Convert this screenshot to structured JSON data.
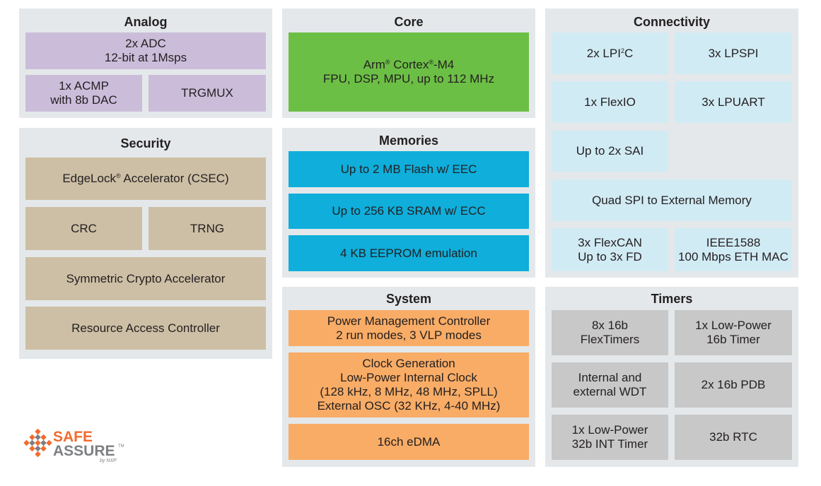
{
  "analog": {
    "title": "Analog",
    "adc": [
      "2x ADC",
      "12-bit at 1Msps"
    ],
    "acmp": [
      "1x ACMP",
      "with 8b DAC"
    ],
    "trgmux": "TRGMUX"
  },
  "core": {
    "title": "Core",
    "cpu_arm": "Arm",
    "cpu_cortex": "Cortex",
    "cpu_m4": "-M4",
    "cpu_reg_mark": "®",
    "cpu_line2": "FPU, DSP, MPU, up to 112 MHz"
  },
  "connectivity": {
    "title": "Connectivity",
    "lpi2c": "2x LPI",
    "lpi2c_sup": "2",
    "lpi2c_suffix": "C",
    "lpspi": "3x LPSPI",
    "flexio": "1x FlexIO",
    "lpuart": "3x LPUART",
    "sai": "Up to 2x SAI",
    "quadspi": "Quad SPI to External Memory",
    "flexcan": [
      "3x FlexCAN",
      "Up to 3x FD"
    ],
    "eth": [
      "IEEE1588",
      "100 Mbps ETH MAC"
    ]
  },
  "security": {
    "title": "Security",
    "edgelock_name": "EdgeLock",
    "edgelock_reg": "®",
    "edgelock_rest": " Accelerator (CSEC)",
    "crc": "CRC",
    "trng": "TRNG",
    "crypto": "Symmetric Crypto Accelerator",
    "rac": "Resource Access Controller"
  },
  "memories": {
    "title": "Memories",
    "flash": "Up to 2 MB Flash w/ EEC",
    "sram": "Up to 256 KB SRAM w/ ECC",
    "eeprom": "4 KB EEPROM emulation"
  },
  "system": {
    "title": "System",
    "pmc": [
      "Power Management Controller",
      "2 run modes, 3 VLP modes"
    ],
    "clock": [
      "Clock Generation",
      "Low-Power Internal Clock",
      "(128 kHz, 8 MHz, 48 MHz, SPLL)",
      "External OSC (32 KHz, 4-40 MHz)"
    ],
    "edma": "16ch eDMA"
  },
  "timers": {
    "title": "Timers",
    "flextimers": [
      "8x 16b",
      "FlexTimers"
    ],
    "lptimer": [
      "1x Low-Power",
      "16b Timer"
    ],
    "wdt": [
      "Internal and",
      "external WDT"
    ],
    "pdb": "2x 16b PDB",
    "lpit": [
      "1x Low-Power",
      "32b INT Timer"
    ],
    "rtc": "32b RTC"
  },
  "logo": {
    "line1": "SAFE",
    "line2": "ASSURE",
    "tm": "TM",
    "byline": "by NXP"
  },
  "colors": {
    "analog": "#cbbdda",
    "core": "#6cbf45",
    "connectivity": "#d1ebf4",
    "security": "#cdbfa5",
    "memories": "#0faedb",
    "system": "#f8ac66",
    "timers": "#c8c8c8",
    "panel_bg": "#e4e8ea",
    "logo_orange": "#f26c2d",
    "logo_gray": "#7d7f82"
  }
}
